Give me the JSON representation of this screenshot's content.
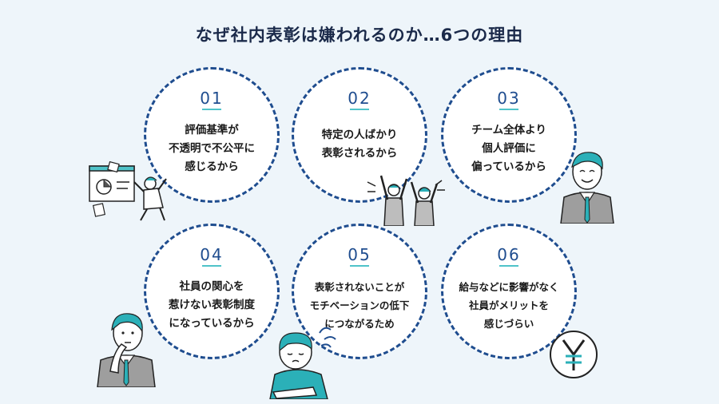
{
  "title": "なぜ社内表彰は嫌われるのか…6つの理由",
  "reasons": [
    {
      "number": "01",
      "lines": [
        "評価基準が",
        "不透明で不公平に",
        "感じるから"
      ]
    },
    {
      "number": "02",
      "lines": [
        "特定の人ばかり",
        "表彰されるから"
      ]
    },
    {
      "number": "03",
      "lines": [
        "チーム全体より",
        "個人評価に",
        "偏っているから"
      ]
    },
    {
      "number": "04",
      "lines": [
        "社員の関心を",
        "惹けない表彰制度",
        "になっているから"
      ]
    },
    {
      "number": "05",
      "lines": [
        "表彰されないことが",
        "モチベーションの低下",
        "につながるため"
      ]
    },
    {
      "number": "06",
      "lines": [
        "給与などに影響がなく",
        "社員がメリットを",
        "感じづらい"
      ]
    }
  ],
  "icons": {
    "illus1": "frustrated-person-with-charts-icon",
    "illus2": "cheering-employees-icon",
    "illus3": "smiling-businessman-icon",
    "illus4": "thinking-businessman-icon",
    "illus5": "discouraged-woman-icon",
    "illus6": "yen-coin-icon"
  },
  "colors": {
    "accent": "#1f4d8f",
    "teal": "#4fc3c9",
    "background": "#eef5fa"
  }
}
